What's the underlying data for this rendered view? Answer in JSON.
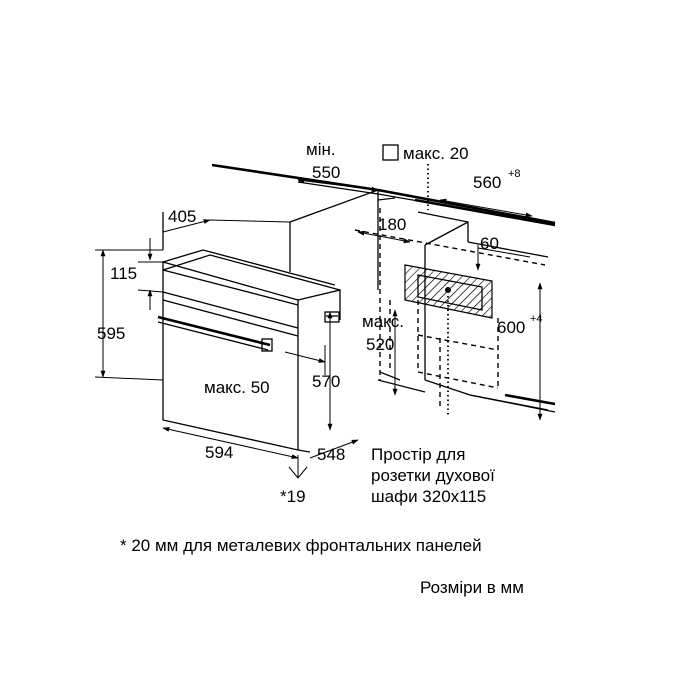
{
  "labels": {
    "min_word": "мін.",
    "dim_550": "550",
    "max20": "макс. 20",
    "dim_560": "560",
    "dim_560_tol": "+8",
    "dim_405": "405",
    "dim_180": "180",
    "dim_60": "60",
    "dim_115": "115",
    "dim_595": "595",
    "max_word": "макс.",
    "dim_520": "520",
    "dim_600": "600",
    "dim_600_tol": "+4",
    "max50": "макс. 50",
    "dim_570": "570",
    "dim_594": "594",
    "dim_548": "548",
    "star19": "*19",
    "socket_line1": "Простір для",
    "socket_line2": "розетки духової",
    "socket_line3": "шафи 320x115"
  },
  "footnote": "* 20 мм для металевих фронтальних панелей",
  "units_note": "Розміри в мм"
}
